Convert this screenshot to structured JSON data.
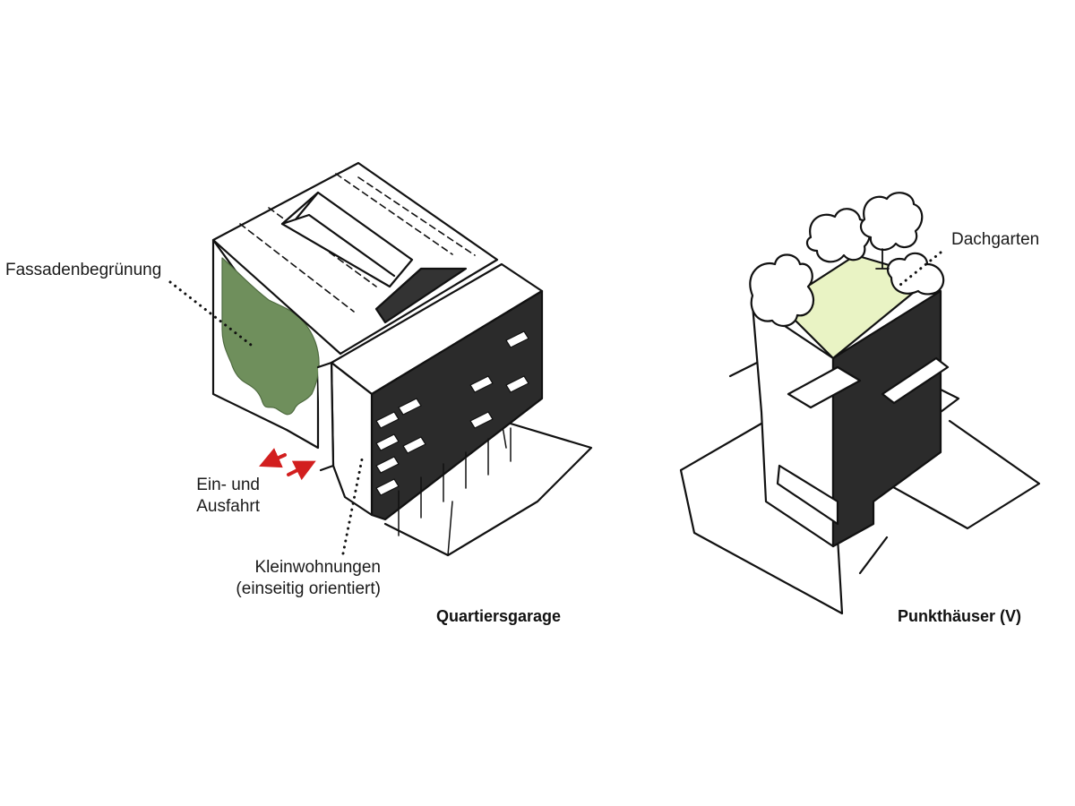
{
  "drawings": [
    {
      "title": "Quartiersgarage",
      "annotations": {
        "facade_green": "Fassadenbegrünung",
        "entrance_line1": "Ein- und",
        "entrance_line2": "Ausfahrt",
        "flats_line1": "Kleinwohnungen",
        "flats_line2": "(einseitig orientiert)"
      }
    },
    {
      "title": "Punkthäuser (V)",
      "annotations": {
        "roof_garden": "Dachgarten"
      }
    }
  ],
  "colors": {
    "facade_green": "#6f8f5c",
    "roof_garden": "#e9f3c4",
    "dark_facade": "#2b2b2b",
    "arrow_red": "#d21f1f",
    "ink": "#111111"
  }
}
